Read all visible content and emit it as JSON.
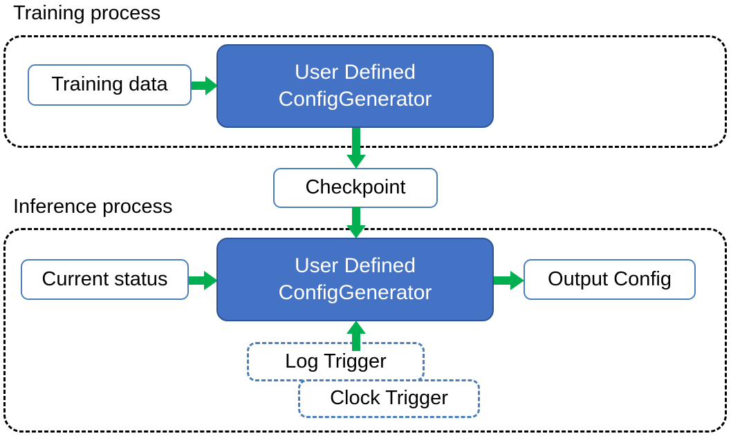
{
  "diagram": {
    "title_training": "Training process",
    "title_inference": "Inference process",
    "colors": {
      "process_fill": "#4472C4",
      "process_border": "#2E5395",
      "node_border": "#4A7EBB",
      "arrow": "#00B050",
      "group_border": "#000000",
      "process_text": "#FFFFFF",
      "node_text": "#000000",
      "background": "#FFFFFF"
    },
    "training_section": {
      "label": "Training process",
      "nodes": {
        "training_data": "Training data",
        "generator_line1": "User Defined",
        "generator_line2": "ConfigGenerator"
      }
    },
    "bridge": {
      "checkpoint": "Checkpoint"
    },
    "inference_section": {
      "label": "Inference process",
      "nodes": {
        "current_status": "Current status",
        "generator_line1": "User Defined",
        "generator_line2": "ConfigGenerator",
        "output_config": "Output Config",
        "log_trigger": "Log Trigger",
        "clock_trigger": "Clock Trigger"
      }
    },
    "arrows": [
      {
        "name": "training-data-to-generator",
        "from": "Training data",
        "to": "User Defined ConfigGenerator",
        "direction": "right"
      },
      {
        "name": "generator-to-checkpoint",
        "from": "User Defined ConfigGenerator",
        "to": "Checkpoint",
        "direction": "down"
      },
      {
        "name": "checkpoint-to-generator",
        "from": "Checkpoint",
        "to": "User Defined ConfigGenerator",
        "direction": "down"
      },
      {
        "name": "status-to-generator",
        "from": "Current status",
        "to": "User Defined ConfigGenerator",
        "direction": "right"
      },
      {
        "name": "generator-to-output",
        "from": "User Defined ConfigGenerator",
        "to": "Output Config",
        "direction": "right"
      },
      {
        "name": "triggers-to-generator",
        "from": "Log Trigger / Clock Trigger",
        "to": "User Defined ConfigGenerator",
        "direction": "up"
      }
    ]
  }
}
